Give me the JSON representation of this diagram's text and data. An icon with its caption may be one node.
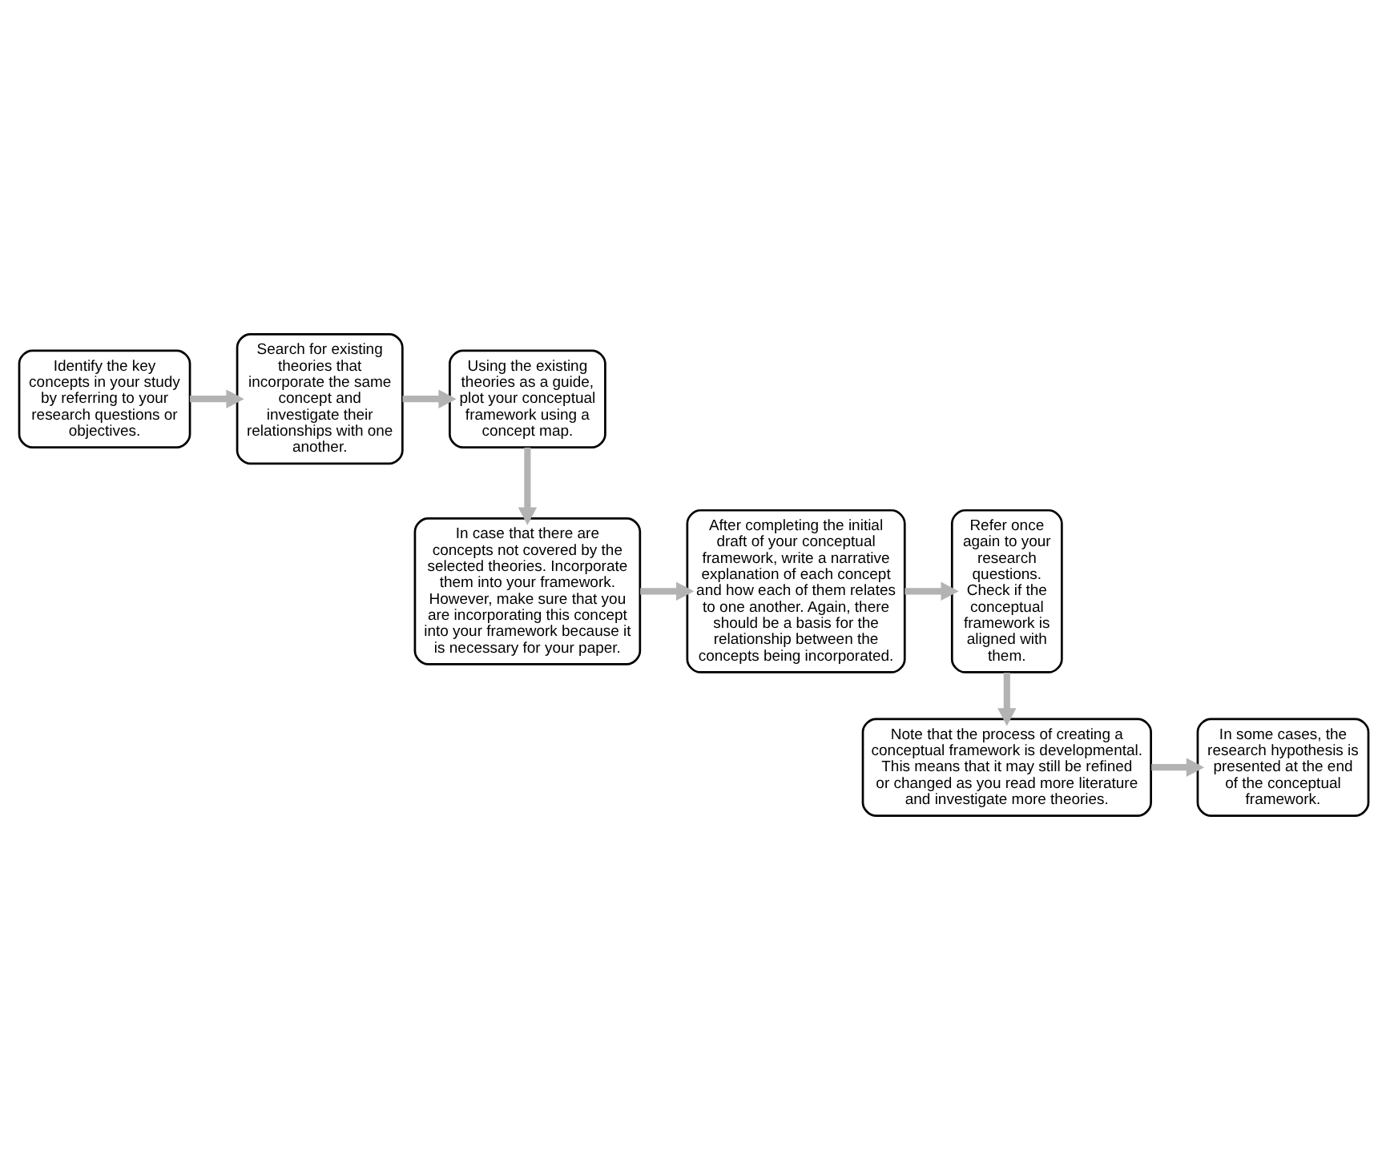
{
  "diagram": {
    "nodes": [
      {
        "text": [
          "Identify the key concepts in your study by referring to your research questions or objectives."
        ]
      },
      {
        "text": [
          "Search for existing theories that incorporate the same concept and investigate their relationships with one another."
        ]
      },
      {
        "text": [
          "Using the existing theories as a guide, plot your conceptual framework using a concept map."
        ]
      },
      {
        "text": [
          "In case that there are concepts not covered by the selected theories. Incorporate them into your framework. However, make sure that you are incorporating this concept into your framework because it is necessary for your paper."
        ]
      },
      {
        "text": [
          "After completing the initial draft of your conceptual framework, write a narrative explanation of each concept and how each of them relates to one another. Again, there should be a basis for the relationship between the concepts being incorporated."
        ]
      },
      {
        "text": [
          "Refer once again to your research questions. Check if the conceptual framework is aligned with them."
        ]
      },
      {
        "text": [
          "Note that the process of creating a conceptual framework is developmental. This means that it may still be refined or changed as you read more literature and investigate more theories."
        ]
      },
      {
        "text": [
          "In some cases, the research hypothesis is presented at the end of the conceptual framework."
        ]
      }
    ],
    "edges": [
      {
        "from": 0,
        "to": 1,
        "arrow": "to"
      },
      {
        "from": 1,
        "to": 2,
        "arrow": "to"
      },
      {
        "from": 2,
        "to": 3,
        "arrow": "to"
      },
      {
        "from": 3,
        "to": 4,
        "arrow": "to"
      },
      {
        "from": 4,
        "to": 5,
        "arrow": "to"
      },
      {
        "from": 5,
        "to": 6,
        "arrow": "to"
      },
      {
        "from": 6,
        "to": 7,
        "arrow": "to"
      }
    ]
  }
}
